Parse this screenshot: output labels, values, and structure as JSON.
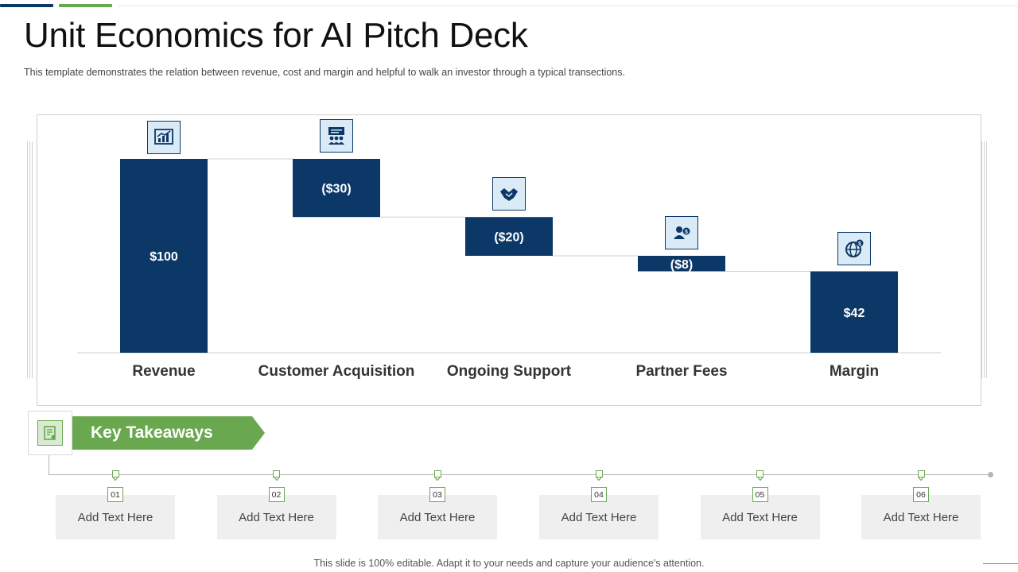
{
  "slide": {
    "title": "Unit Economics for AI Pitch Deck",
    "subtitle": "This template demonstrates the relation between revenue,  cost and margin and helpful  to walk an investor through  a typical transections.",
    "footer": "This slide is 100% editable. Adapt it to your needs and capture your audience's attention."
  },
  "colors": {
    "navy": "#0b3866",
    "green": "#6aa84f",
    "icon_fill": "#dbeaf7",
    "card_gray": "#efefef",
    "connector": "#d0d0d0"
  },
  "chart_data": {
    "type": "bar",
    "subtype": "waterfall",
    "categories": [
      "Revenue",
      "Customer Acquisition",
      "Ongoing Support",
      "Partner Fees",
      "Margin"
    ],
    "values": [
      100,
      -30,
      -20,
      -8,
      42
    ],
    "data_labels": [
      "$100",
      "($30)",
      "($20)",
      "($8)",
      "$42"
    ],
    "kinds": [
      "total",
      "delta",
      "delta",
      "delta",
      "total"
    ],
    "icons": [
      "chart-growth-icon",
      "team-presentation-icon",
      "handshake-icon",
      "user-dollar-icon",
      "globe-dollar-icon"
    ],
    "ylim": [
      0,
      100
    ],
    "grid": false,
    "legend": "none"
  },
  "takeaways": {
    "title": "Key Takeaways",
    "icon": "document-certificate-icon",
    "items": [
      {
        "num": "01",
        "text": "Add Text Here"
      },
      {
        "num": "02",
        "text": "Add Text Here"
      },
      {
        "num": "03",
        "text": "Add Text Here"
      },
      {
        "num": "04",
        "text": "Add Text Here"
      },
      {
        "num": "05",
        "text": "Add Text Here"
      },
      {
        "num": "06",
        "text": "Add Text Here"
      }
    ]
  }
}
